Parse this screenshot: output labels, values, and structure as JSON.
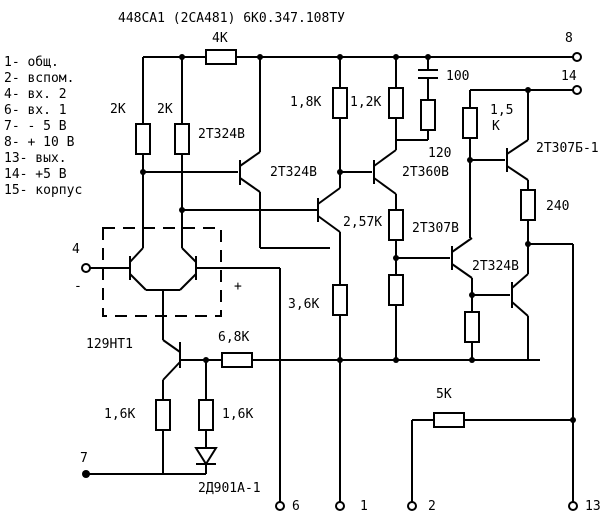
{
  "title": "448СА1  (2СА481)     6К0.347.108ТУ",
  "legend": [
    "1- общ.",
    "2- вспом.",
    "4- вх. 2",
    "6- вх. 1",
    "7- - 5 В",
    "8- + 10 В",
    "13- вых.",
    "14- +5 В",
    "15- корпус"
  ],
  "pins": {
    "p8": "8",
    "p14": "14",
    "p4": "4",
    "p7": "7",
    "p6": "6",
    "p1": "1",
    "p2": "2",
    "p13": "13"
  },
  "signs": {
    "minus": "-",
    "plus": "+"
  },
  "components": {
    "r_top": "4К",
    "r_2k_a": "2К",
    "r_2k_b": "2К",
    "q_2t324_a": "2Т324В",
    "r_18k": "1,8К",
    "r_12k": "1,2К",
    "c_100": "100",
    "r_120": "120",
    "q_2t324_b": "2Т324В",
    "q_2t360": "2Т360В",
    "r_257k": "2,57К",
    "r_15k_a": "1,5",
    "r_15k_b": "К",
    "q_2t307b1": "2Т307Б-1",
    "r_240": "240",
    "q_2t307": "2Т307В",
    "q_2t324_c": "2Т324В",
    "r_36k": "3,6К",
    "ic_129nt1": "129НТ1",
    "r_68k": "6,8К",
    "r_16k_a": "1,6К",
    "r_16k_b": "1,6К",
    "d_2d901": "2Д901А-1",
    "r_5k": "5К"
  }
}
